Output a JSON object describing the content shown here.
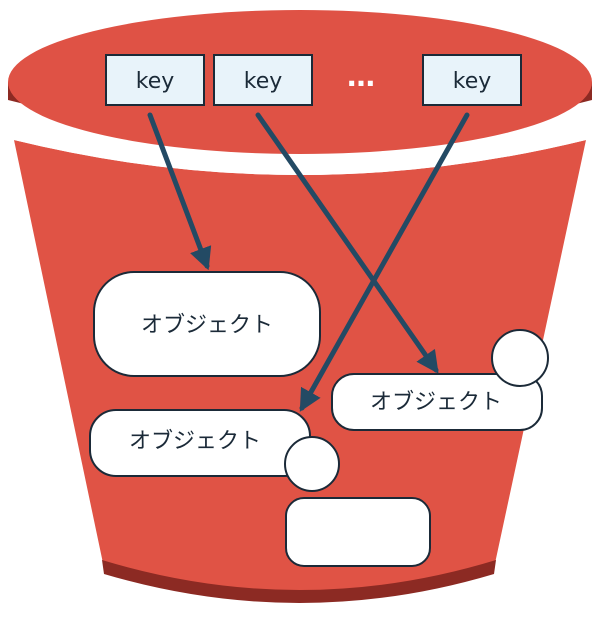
{
  "keys": [
    {
      "label": "key"
    },
    {
      "label": "key"
    },
    {
      "label": "key"
    }
  ],
  "ellipsis": "…",
  "objects": [
    {
      "label": "オブジェクト"
    },
    {
      "label": "オブジェクト"
    },
    {
      "label": "オブジェクト"
    },
    {
      "label": ""
    }
  ],
  "colors": {
    "bucket_body": "#e05345",
    "bucket_shadow": "#8c2a23",
    "bucket_top": "#df5245",
    "arrow": "#234a64",
    "key_fill": "#e8f3fa",
    "object_fill": "#ffffff",
    "outline": "#1b2a38"
  }
}
